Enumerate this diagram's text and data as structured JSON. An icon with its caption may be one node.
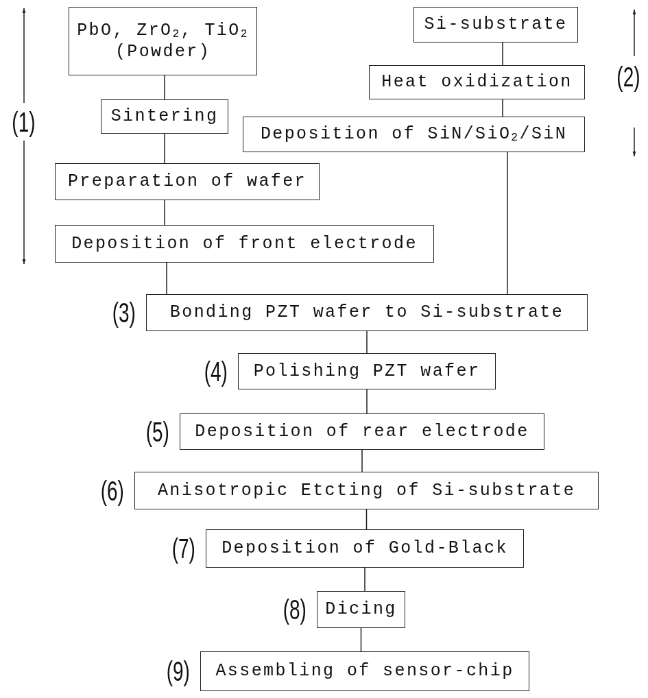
{
  "diagram": {
    "nodes": [
      {
        "text": [
          "PbO, ZrO$_{2}$, TiO$_{2}$ (Powder)"
        ]
      },
      {
        "text": [
          "Sintering"
        ]
      },
      {
        "text": [
          "Preparation of wafer"
        ]
      },
      {
        "text": [
          "Deposition of front electrode"
        ]
      },
      {
        "text": [
          "Si-substrate"
        ]
      },
      {
        "text": [
          "Heat oxidization"
        ]
      },
      {
        "text": [
          "Deposition of SiN/SiO$_{2}$/SiN"
        ]
      },
      {
        "text": [
          "Bonding PZT wafer to Si-substrate"
        ],
        "beside": [
          "(3)"
        ]
      },
      {
        "text": [
          "Polishing PZT wafer"
        ],
        "beside": [
          "(4)"
        ]
      },
      {
        "text": [
          "Deposition of rear electrode"
        ],
        "beside": [
          "(5)"
        ]
      },
      {
        "text": [
          "Anisotropic Etcting of Si-substrate"
        ],
        "beside": [
          "(6)"
        ]
      },
      {
        "text": [
          "Deposition of Gold-Black"
        ],
        "beside": [
          "(7)"
        ]
      },
      {
        "text": [
          "Dicing"
        ],
        "beside": [
          "(8)"
        ]
      },
      {
        "text": [
          "Assembling of sensor-chip"
        ],
        "beside": [
          "(9)"
        ]
      }
    ],
    "edges": [
      {
        "from": 0,
        "to": 1,
        "arrow": "none"
      },
      {
        "from": 1,
        "to": 2,
        "arrow": "none"
      },
      {
        "from": 2,
        "to": 3,
        "arrow": "none"
      },
      {
        "from": 3,
        "to": 7,
        "arrow": "none"
      },
      {
        "from": 4,
        "to": 5,
        "arrow": "none"
      },
      {
        "from": 5,
        "to": 6,
        "arrow": "none"
      },
      {
        "from": 6,
        "to": 7,
        "arrow": "none"
      },
      {
        "from": 7,
        "to": 8,
        "arrow": "none"
      },
      {
        "from": 8,
        "to": 9,
        "arrow": "none"
      },
      {
        "from": 9,
        "to": 10,
        "arrow": "none"
      },
      {
        "from": 10,
        "to": 11,
        "arrow": "none"
      },
      {
        "from": 11,
        "to": 12,
        "arrow": "none"
      },
      {
        "from": 12,
        "to": 13,
        "arrow": "none"
      }
    ],
    "labels": [
      "(1)",
      "(2)"
    ]
  }
}
